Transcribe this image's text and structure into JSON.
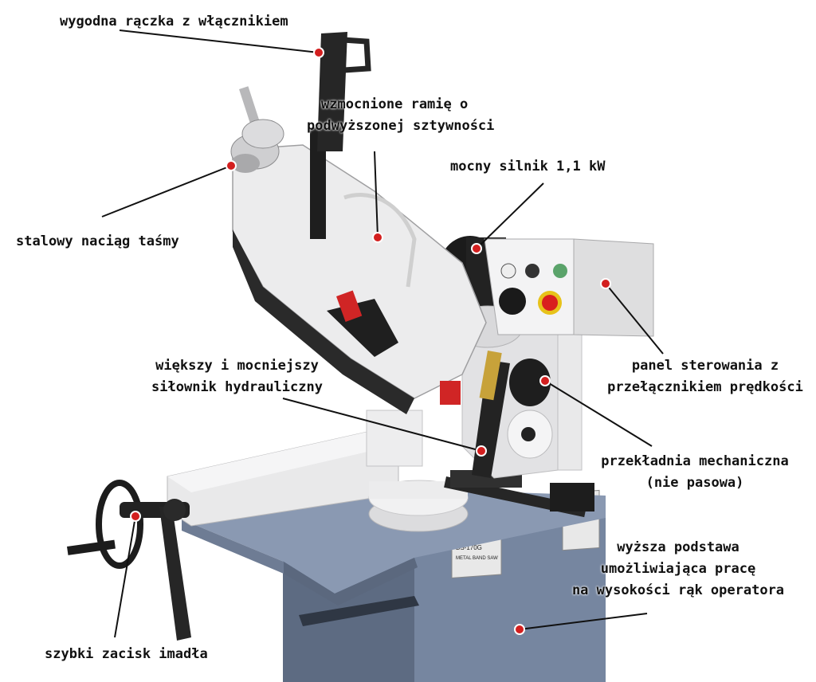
{
  "colors": {
    "background": "#ffffff",
    "base_blue": "#6f7f99",
    "base_blue_dark": "#4e5a6e",
    "table_blue": "#8a99b2",
    "machine_white": "#e9e9ea",
    "dark_metal": "#262626",
    "marker_red": "#d31f1f",
    "leader_line": "#111111"
  },
  "callouts": {
    "handle": {
      "text": "wygodna rączka z włącznikiem",
      "icon": "marker-dot"
    },
    "arm": {
      "lines": [
        "wzmocnione ramię o",
        "podwyższonej sztywności"
      ],
      "icon": "marker-dot"
    },
    "motor": {
      "text": "mocny silnik 1,1 kW",
      "icon": "marker-dot"
    },
    "tension": {
      "text": "stalowy naciąg taśmy",
      "icon": "marker-dot"
    },
    "panel": {
      "lines": [
        "panel sterowania z",
        "przełącznikiem prędkości"
      ],
      "icon": "marker-dot"
    },
    "cylinder": {
      "lines": [
        "większy i mocniejszy",
        "siłownik hydrauliczny"
      ],
      "icon": "marker-dot"
    },
    "gear": {
      "lines": [
        "przekładnia mechaniczna",
        "(nie pasowa)"
      ],
      "icon": "marker-dot"
    },
    "base": {
      "lines": [
        "wyższa podstawa",
        "umożliwiająca pracę",
        "na wysokości rąk operatora"
      ],
      "icon": "marker-dot"
    },
    "vise": {
      "text": "szybki zacisk imadła",
      "icon": "marker-dot"
    }
  },
  "nameplate": {
    "model": "BS-170G",
    "title": "METAL BAND SAW"
  }
}
